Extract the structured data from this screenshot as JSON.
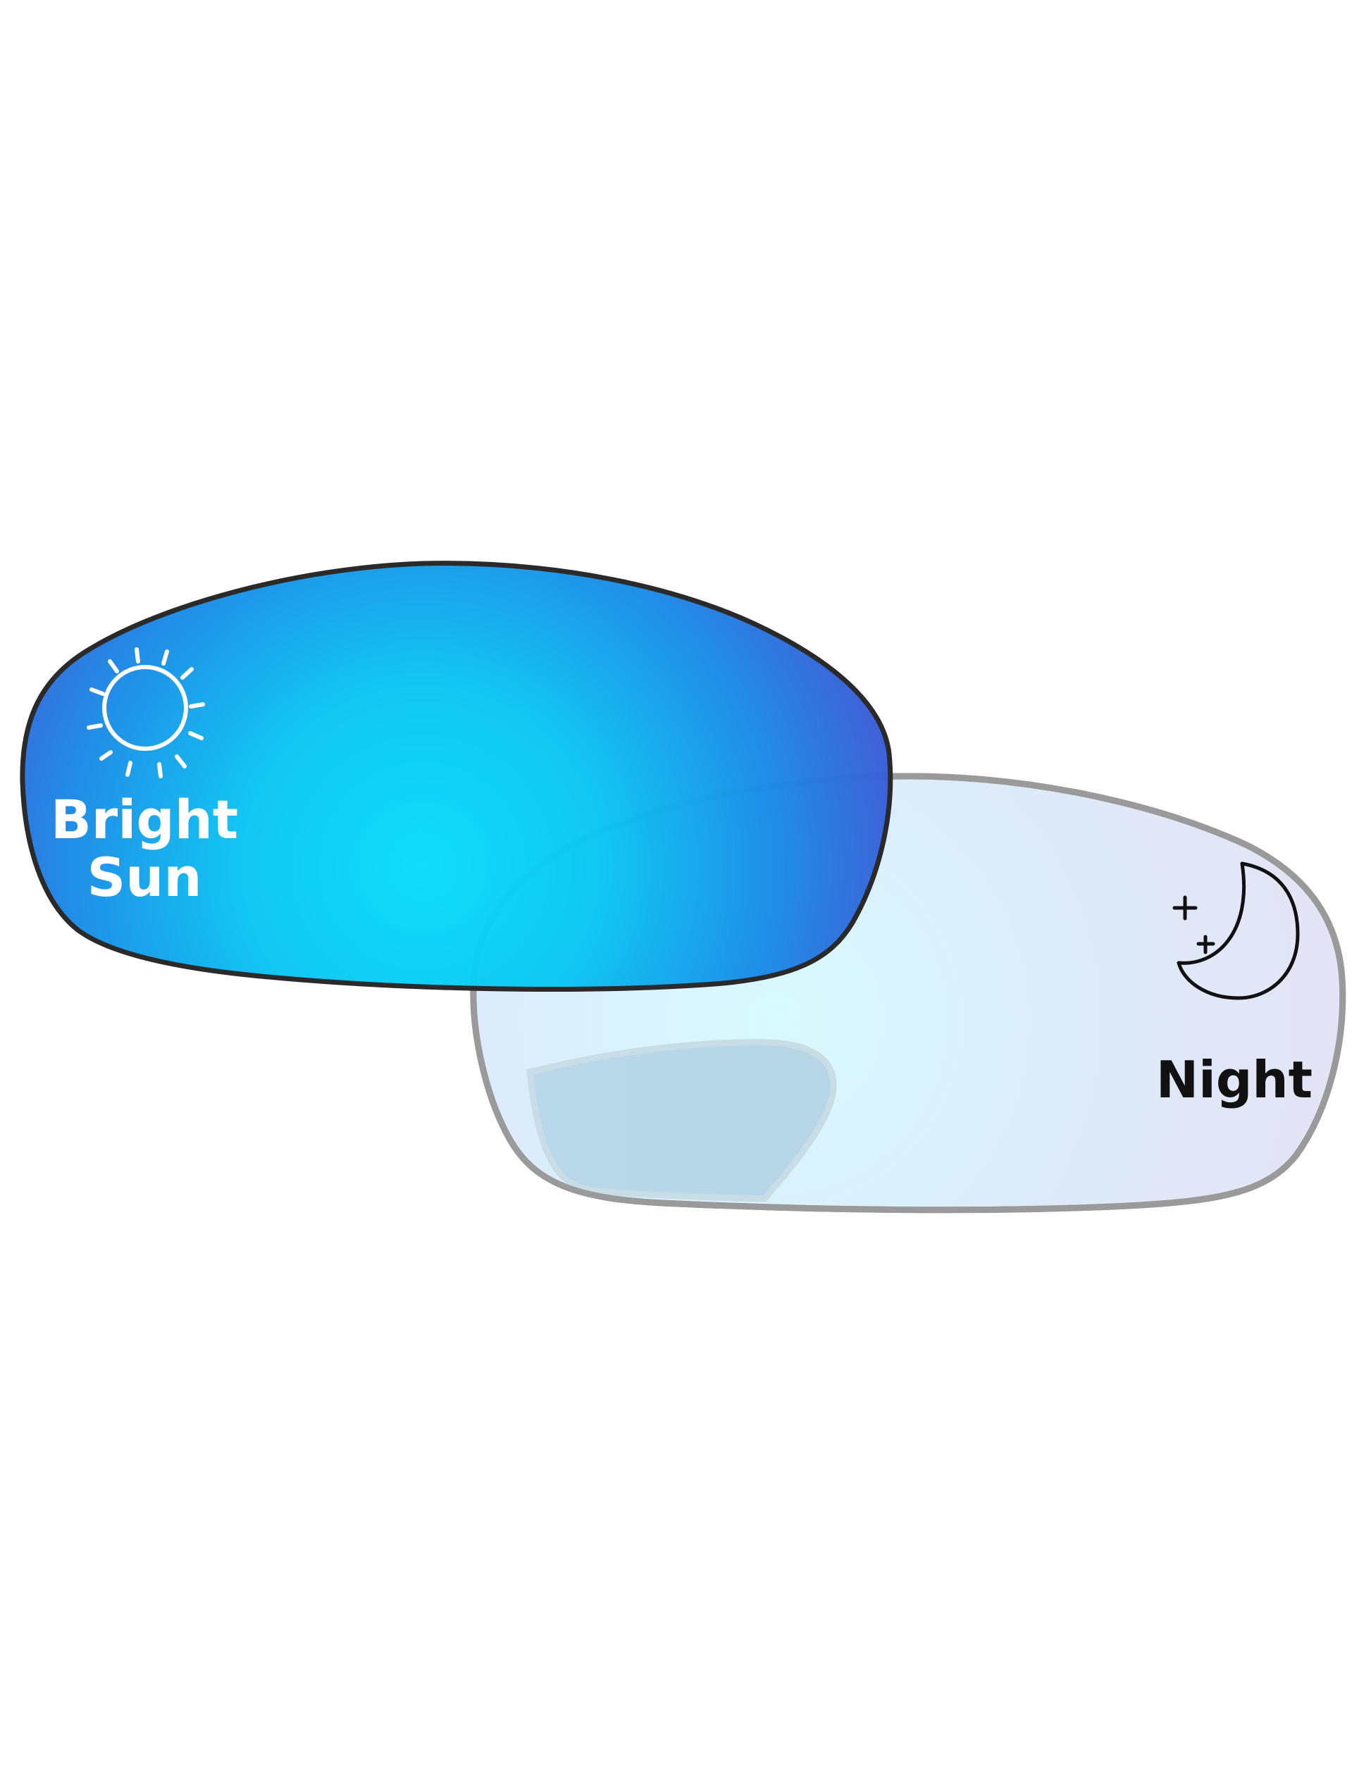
{
  "illustration": {
    "subject": "Photochromic lens comparison",
    "lenses": [
      {
        "id": "bright-sun",
        "label_line1": "Bright",
        "label_line2": "Sun",
        "icon": "sun-icon",
        "label_color": "#ffffff",
        "tint_center": "#08d8f8",
        "tint_edge": "#4050d0",
        "rim_color": "#2a2a2a"
      },
      {
        "id": "night",
        "label": "Night",
        "icon": "moon-stars-icon",
        "label_color": "#111111",
        "tint_center": "#d6f8fe",
        "tint_edge": "#e2e4f6",
        "rim_color": "#9a9a9a",
        "bifocal_segment_color": "#b6d8e8"
      }
    ]
  }
}
